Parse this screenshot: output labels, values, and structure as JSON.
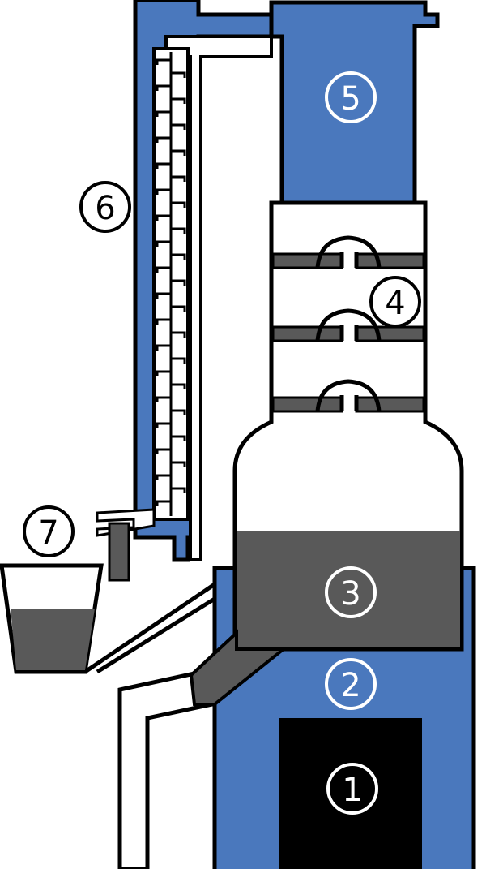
{
  "diagram": {
    "colors": {
      "blue": "#4a78bd",
      "liquid": "#595959",
      "heater": "#000000",
      "outline": "#000000"
    },
    "labels": [
      {
        "id": "heater",
        "text": "1"
      },
      {
        "id": "base",
        "text": "2"
      },
      {
        "id": "boiler",
        "text": "3"
      },
      {
        "id": "trays",
        "text": "4"
      },
      {
        "id": "cooler-tank",
        "text": "5"
      },
      {
        "id": "condenser",
        "text": "6"
      },
      {
        "id": "collector",
        "text": "7"
      }
    ]
  }
}
